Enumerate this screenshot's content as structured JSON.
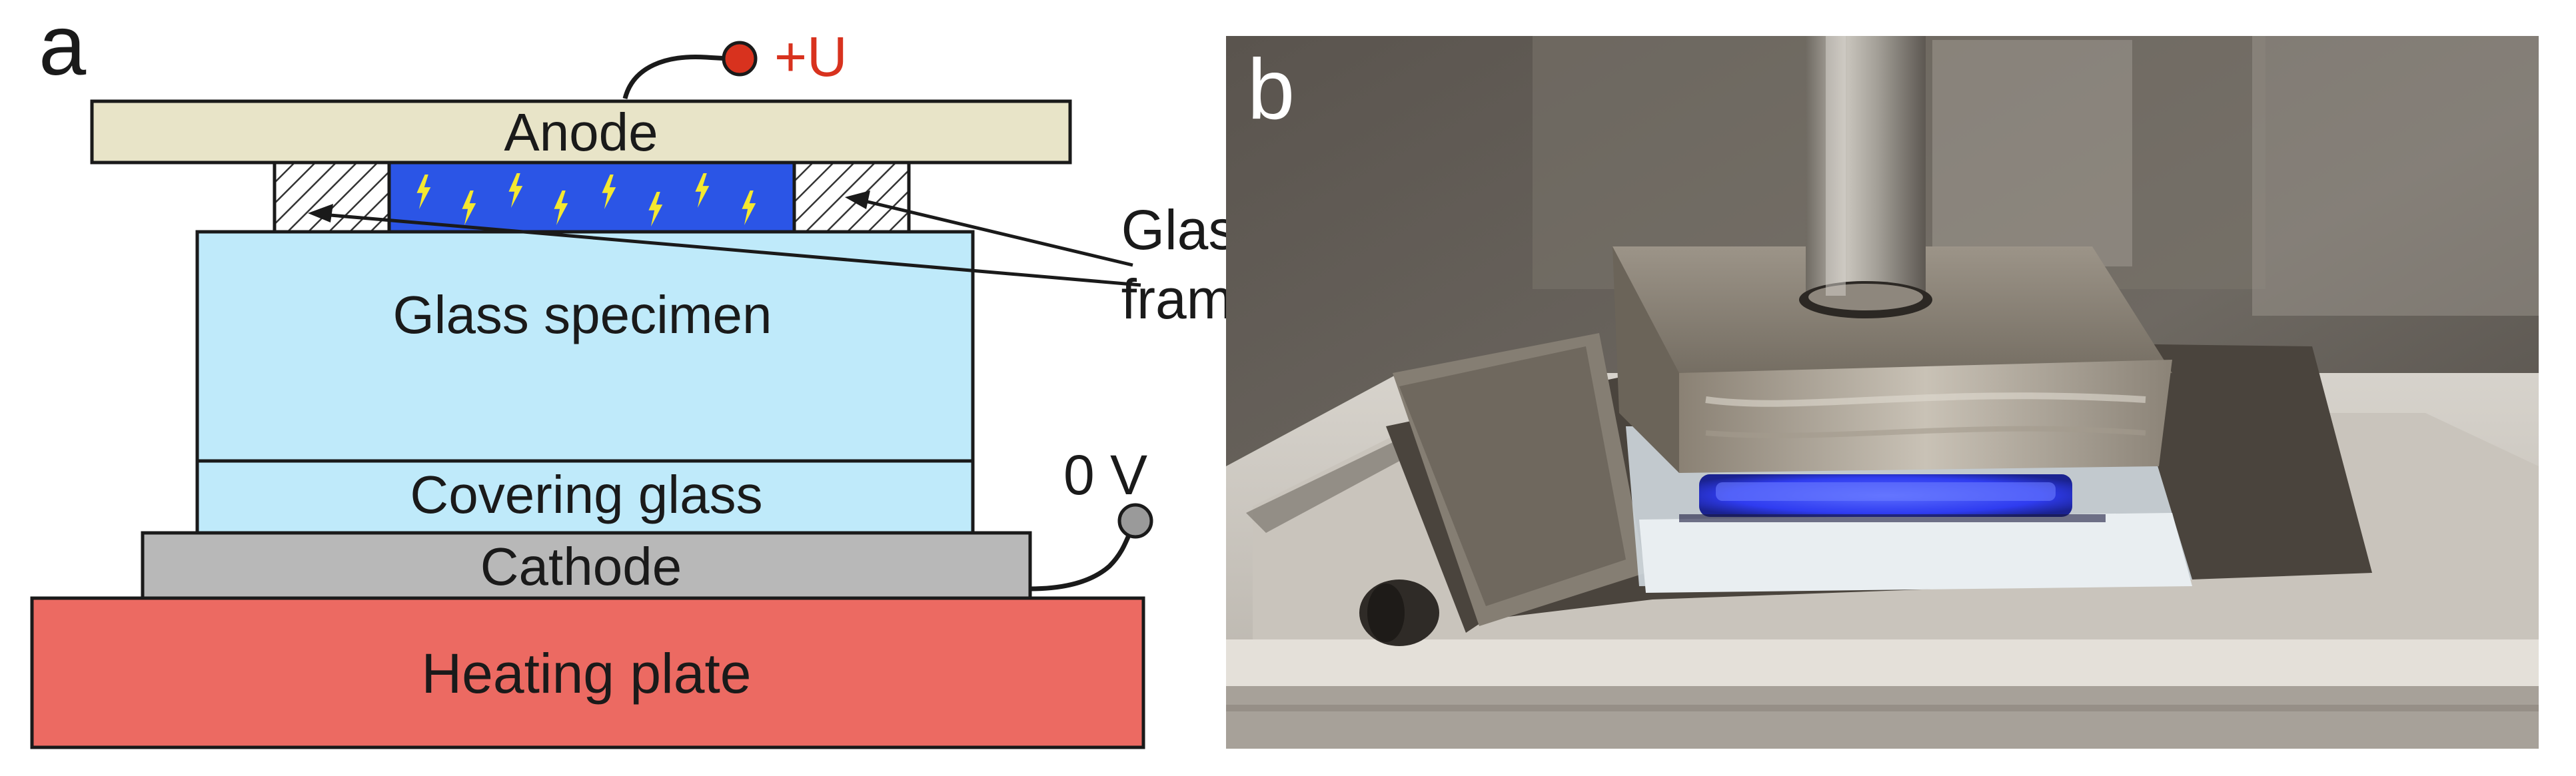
{
  "panel_a": {
    "letter": "a",
    "layers": {
      "anode": "Anode",
      "specimen": "Glass specimen",
      "covering": "Covering glass",
      "cathode": "Cathode",
      "heating": "Heating plate"
    },
    "frame_label_line1": "Glass",
    "frame_label_line2": "frame",
    "voltage_positive": "+U",
    "voltage_ground": "0 V",
    "icons": {
      "discharge": "lightning-bolt-icon"
    },
    "colors": {
      "anode": "#e8e4c8",
      "glow": "#2b55e6",
      "glass": "#bfeafa",
      "cathode": "#b8b8b8",
      "heating": "#ec6a62",
      "positive_terminal": "#d8321e",
      "ground_terminal": "#9a9a9a",
      "bolt": "#f4e830"
    }
  },
  "panel_b": {
    "letter": "b",
    "colors": {
      "glow": "#2f3cf0",
      "background": "#55504a"
    }
  }
}
